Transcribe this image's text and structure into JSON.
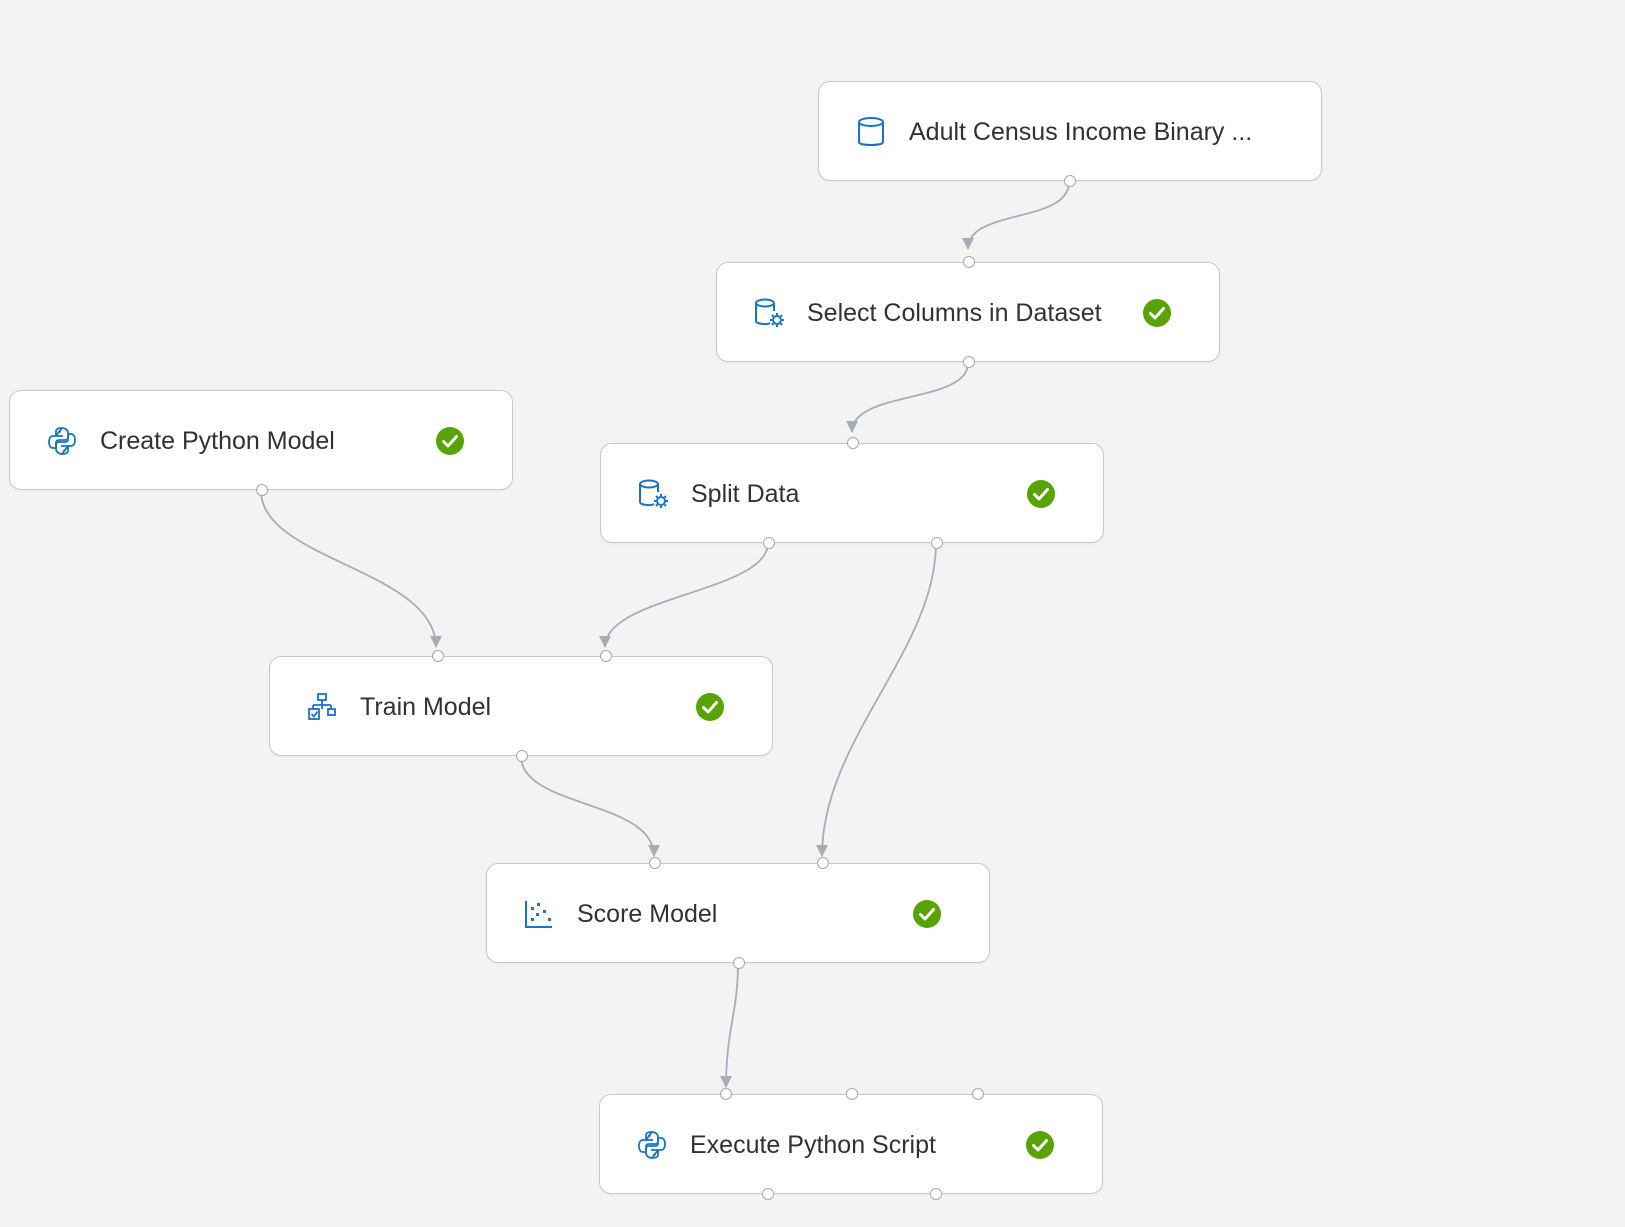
{
  "colors": {
    "canvas_background": "#f3f3f3",
    "node_background": "#ffffff",
    "node_border": "#c8c8c8",
    "edge": "#a4adb8",
    "icon_blue": "#1a73c7",
    "status_success": "#57a300"
  },
  "nodes": [
    {
      "id": "adult-census",
      "label": "Adult Census Income Binary ...",
      "icon": "dataset-cylinder-icon",
      "status": "none"
    },
    {
      "id": "select-columns",
      "label": "Select Columns in Dataset",
      "icon": "data-transform-gear-icon",
      "status": "completed"
    },
    {
      "id": "create-python-model",
      "label": "Create Python Model",
      "icon": "python-icon",
      "status": "completed"
    },
    {
      "id": "split-data",
      "label": "Split Data",
      "icon": "data-transform-gear-icon",
      "status": "completed"
    },
    {
      "id": "train-model",
      "label": "Train Model",
      "icon": "train-model-hierarchy-icon",
      "status": "completed"
    },
    {
      "id": "score-model",
      "label": "Score Model",
      "icon": "score-scatter-icon",
      "status": "completed"
    },
    {
      "id": "execute-python-script",
      "label": "Execute Python Script",
      "icon": "python-icon",
      "status": "completed"
    }
  ],
  "edges": [
    {
      "from": "adult-census",
      "to": "select-columns"
    },
    {
      "from": "select-columns",
      "to": "split-data"
    },
    {
      "from": "create-python-model",
      "to": "train-model"
    },
    {
      "from": "split-data",
      "to": "train-model"
    },
    {
      "from": "split-data",
      "to": "score-model"
    },
    {
      "from": "train-model",
      "to": "score-model"
    },
    {
      "from": "score-model",
      "to": "execute-python-script"
    }
  ]
}
